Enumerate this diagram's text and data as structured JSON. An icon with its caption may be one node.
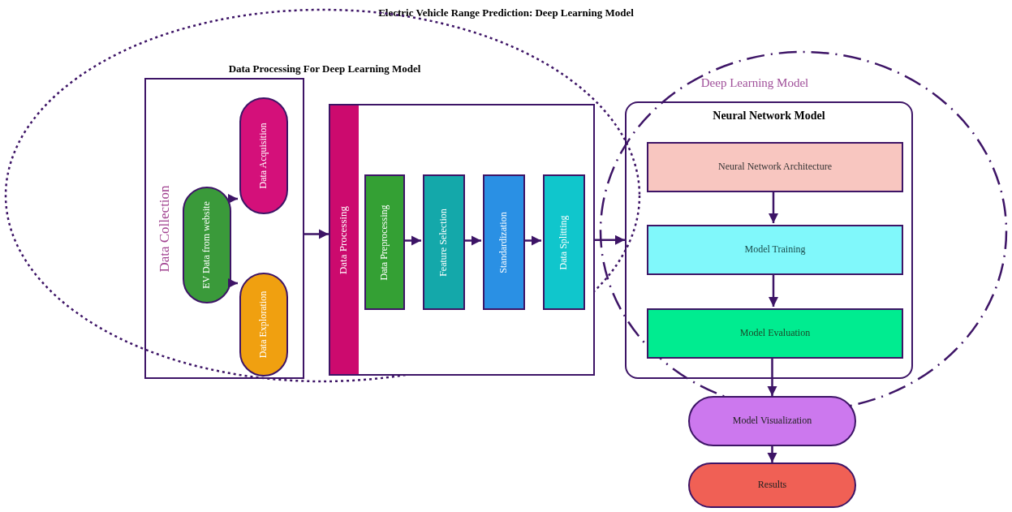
{
  "diagram": {
    "title": "Electric Vehicle Range Prediction: Deep Learning Model",
    "nodes": [
      {
        "text": [
          "Data Processing For Deep Learning Model"
        ]
      },
      {
        "text": [
          "Deep Learning Model"
        ]
      },
      {
        "text": [
          "Data Collection"
        ],
        "in": 0
      },
      {
        "text": [
          "EV Data from website"
        ],
        "in": 2
      },
      {
        "text": [
          "Data Acquisition"
        ],
        "in": 2
      },
      {
        "text": [
          "Data Exploration"
        ],
        "in": 2
      },
      {
        "text": [
          "Data Processing"
        ],
        "in": 0
      },
      {
        "text": [
          "Data Preprocessing"
        ],
        "in": 6
      },
      {
        "text": [
          "Feature Selection"
        ],
        "in": 6
      },
      {
        "text": [
          "Standardization"
        ],
        "in": 6
      },
      {
        "text": [
          "Data Splitting"
        ],
        "in": 6
      },
      {
        "text": [
          "Neural Network Model"
        ],
        "in": 1
      },
      {
        "text": [
          "Neural Network Architecture"
        ],
        "in": 11
      },
      {
        "text": [
          "Model Training"
        ],
        "in": 11
      },
      {
        "text": [
          "Model Evaluation"
        ],
        "in": 11
      },
      {
        "text": [
          "Model Visualization"
        ]
      },
      {
        "text": [
          "Results"
        ]
      }
    ],
    "edges": [
      {
        "from": 3,
        "to": 4,
        "arrow": "to"
      },
      {
        "from": 3,
        "to": 5,
        "arrow": "to"
      },
      {
        "from": 2,
        "to": 6,
        "arrow": "to"
      },
      {
        "from": 7,
        "to": 8,
        "arrow": "to"
      },
      {
        "from": 8,
        "to": 9,
        "arrow": "to"
      },
      {
        "from": 9,
        "to": 10,
        "arrow": "to"
      },
      {
        "from": 6,
        "to": 11,
        "arrow": "to"
      },
      {
        "from": 12,
        "to": 13,
        "arrow": "to"
      },
      {
        "from": 13,
        "to": 14,
        "arrow": "to"
      },
      {
        "from": 14,
        "to": 15,
        "arrow": "to"
      },
      {
        "from": 15,
        "to": 16,
        "arrow": "to"
      }
    ]
  }
}
